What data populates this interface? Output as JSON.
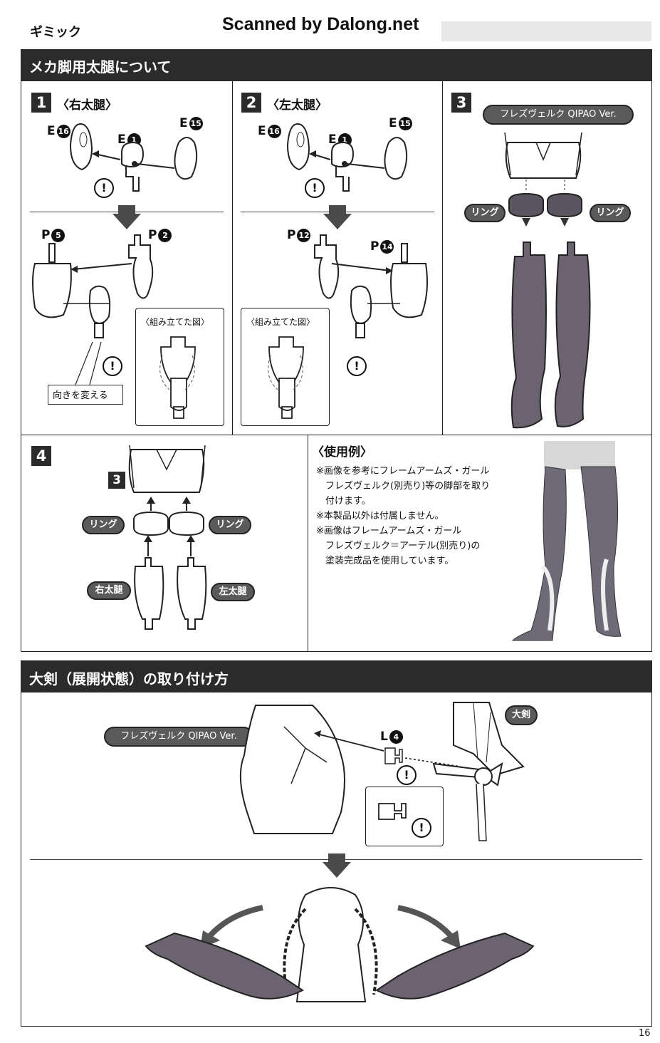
{
  "scan_credit": "Scanned by Dalong.net",
  "page_tab": "ギミック",
  "section1": {
    "title": "メカ脚用太腿について",
    "step1": {
      "num": "1",
      "title": "〈右太腿〉",
      "parts": {
        "e16": "E",
        "e16n": "16",
        "e1": "E",
        "e1n": "1",
        "e15": "E",
        "e15n": "15",
        "p5": "P",
        "p5n": "5",
        "p2": "P",
        "p2n": "2"
      },
      "turn_label": "向きを変える",
      "assembled_label": "〈組み立てた図〉"
    },
    "step2": {
      "num": "2",
      "title": "〈左太腿〉",
      "parts": {
        "e16": "E",
        "e16n": "16",
        "e1": "E",
        "e1n": "1",
        "e15": "E",
        "e15n": "15",
        "p12": "P",
        "p12n": "12",
        "p14": "P",
        "p14n": "14"
      },
      "assembled_label": "〈組み立てた図〉"
    },
    "step3": {
      "num": "3",
      "figure_label": "フレズヴェルク QIPAO Ver.",
      "ring_left": "リング",
      "ring_right": "リング"
    },
    "step4": {
      "num": "4",
      "step_ref": "3",
      "ring_left": "リング",
      "ring_right": "リング",
      "right_thigh": "右太腿",
      "left_thigh": "左太腿"
    },
    "usage": {
      "title": "〈使用例〉",
      "notes": [
        "※画像を参考にフレームアームズ・ガール",
        "　フレズヴェルク(別売り)等の脚部を取り",
        "　付けます。",
        "※本製品以外は付属しません。",
        "※画像はフレームアームズ・ガール",
        "　フレズヴェルク＝アーテル(別売り)の",
        "　塗装完成品を使用しています。"
      ]
    }
  },
  "section2": {
    "title": "大剣（展開状態）の取り付け方",
    "figure_label": "フレズヴェルク QIPAO Ver.",
    "sword_label": "大剣",
    "part_l": "L",
    "part_ln": "4"
  },
  "warning_glyph": "!",
  "page_number": "16",
  "colors": {
    "header_bg": "#2b2b2b",
    "pill_bg": "#5a5a5a",
    "part_gray": "#6b6470"
  }
}
